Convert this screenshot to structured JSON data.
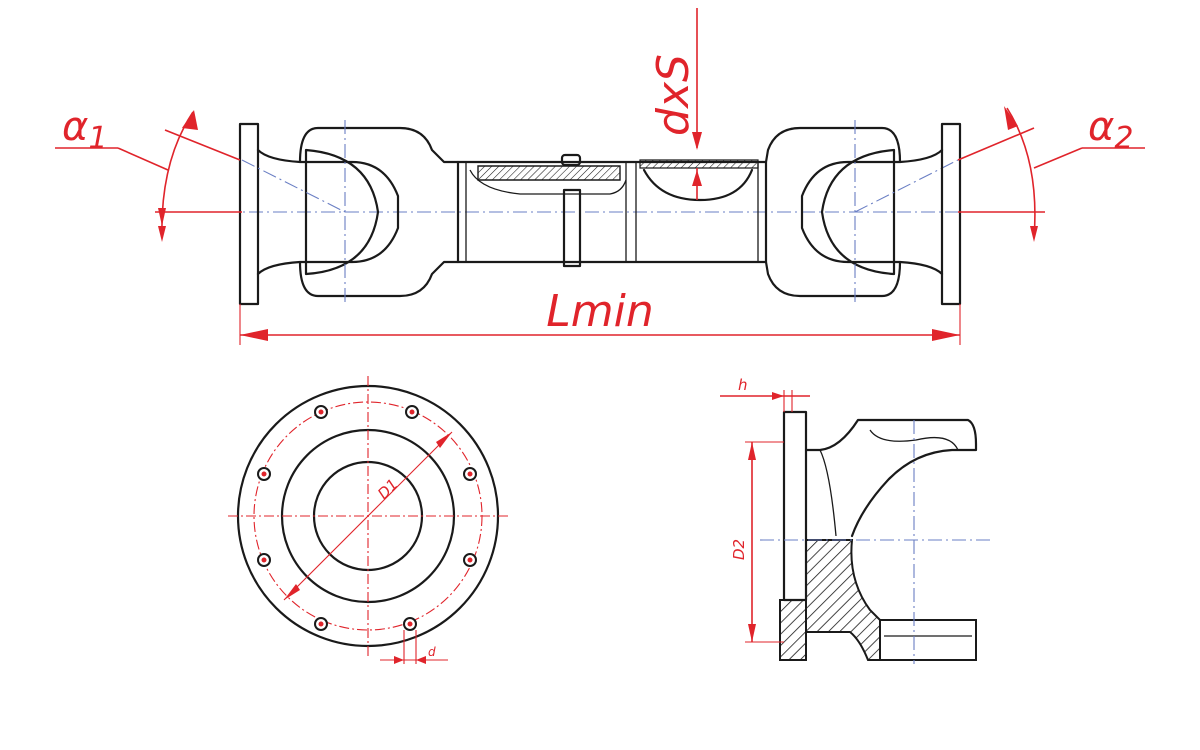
{
  "labels": {
    "alpha1_symbol": "α",
    "alpha1_sub": "1",
    "alpha2_symbol": "α",
    "alpha2_sub": "2",
    "dxs": "dxS",
    "lmin": "Lmin",
    "d1": "D1",
    "d2": "D2",
    "h": "h",
    "d": "d"
  },
  "colors": {
    "outline": "#1a1a1a",
    "dimension": "#e0242b",
    "centerline": "#6a7fc4",
    "background": "#ffffff"
  }
}
